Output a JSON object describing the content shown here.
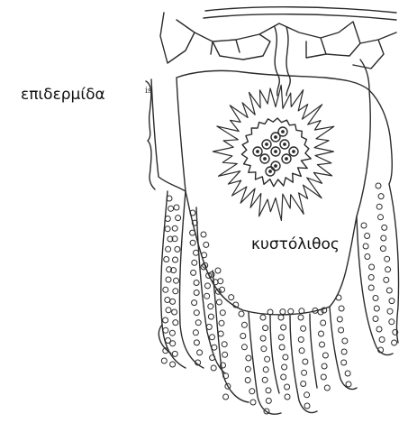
{
  "labels": {
    "epidermis": "επιδερμίδα",
    "cystolith": "κυστόλιθος",
    "is_mark": "is"
  },
  "colors": {
    "ink": "#2b2b2b",
    "background": "#ffffff"
  }
}
